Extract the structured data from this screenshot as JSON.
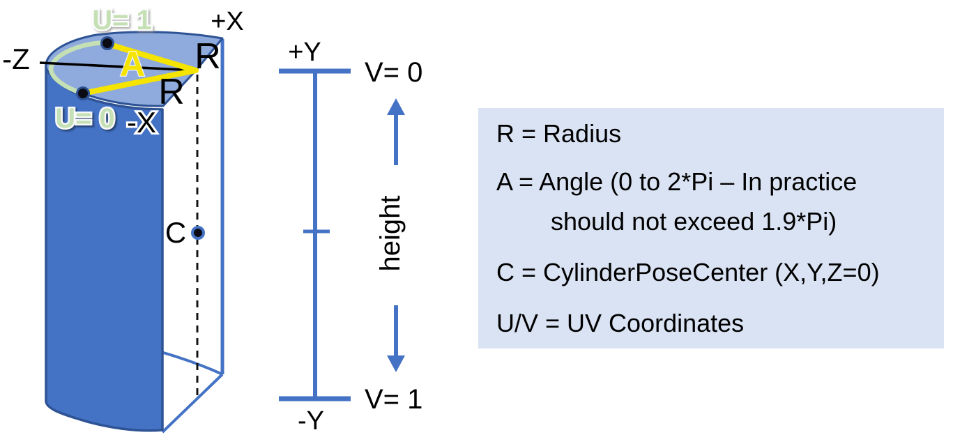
{
  "colors": {
    "wall": "#4472C4",
    "face": "#8FAADC",
    "outline": "#2E5395",
    "axis_blue": "#4472C4",
    "yellow": "#F5E400",
    "green": "#C5E0B4",
    "legend_bg": "#DAE3F3"
  },
  "cylinder": {
    "u1": "U= 1",
    "plus_x": "+X",
    "minus_z": "-Z",
    "angle": "A",
    "r_top": "R",
    "r_front": "R",
    "u0": "U= 0",
    "minus_x": "-X",
    "center_point": "C"
  },
  "axis": {
    "plus_y": "+Y",
    "v0": "V= 0",
    "height_label": "height",
    "v1": "V= 1",
    "minus_y": "-Y"
  },
  "legend": {
    "lines": [
      "R = Radius",
      "A = Angle (0 to 2*Pi – In practice",
      "should not exceed 1.9*Pi)",
      "C = CylinderPoseCenter (X,Y,Z=0)",
      "U/V = UV Coordinates"
    ]
  }
}
